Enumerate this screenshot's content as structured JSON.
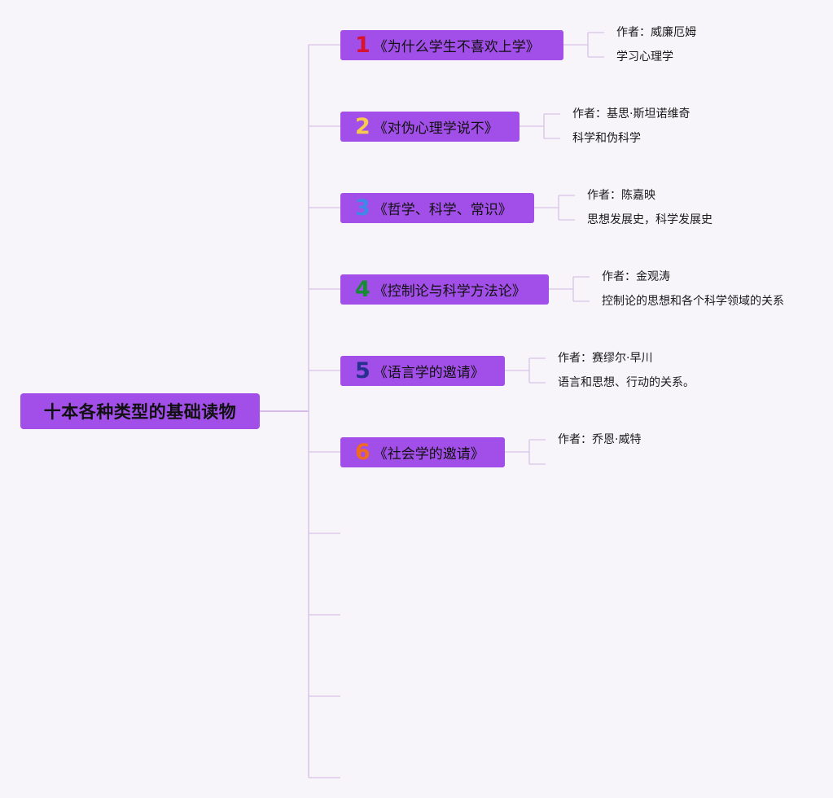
{
  "root": {
    "label": "十本各种类型的基础读物"
  },
  "books": [
    {
      "num": "1",
      "num_color": "#d8132f",
      "title": "《为什么学生不喜欢上学》",
      "details": [
        "作者：威廉厄姆",
        "学习心理学"
      ]
    },
    {
      "num": "2",
      "num_color": "#f7c94d",
      "title": "《对伪心理学说不》",
      "details": [
        "作者：基思·斯坦诺维奇",
        "科学和伪科学"
      ]
    },
    {
      "num": "3",
      "num_color": "#3f87e8",
      "title": "《哲学、科学、常识》",
      "details": [
        "作者：陈嘉映",
        "思想发展史，科学发展史"
      ]
    },
    {
      "num": "4",
      "num_color": "#178a36",
      "title": "《控制论与科学方法论》",
      "details": [
        "作者：金观涛",
        "控制论的思想和各个科学领域的关系"
      ]
    },
    {
      "num": "5",
      "num_color": "#26308f",
      "title": "《语言学的邀请》",
      "details": [
        "作者：赛缪尔·早川",
        "语言和思想、行动的关系。"
      ]
    },
    {
      "num": "6",
      "num_color": "#f06a1f",
      "title": "《社会学的邀请》",
      "details": [
        "作者：乔恩·威特"
      ]
    },
    {
      "num": "",
      "num_color": "",
      "title": "",
      "details": []
    },
    {
      "num": "",
      "num_color": "",
      "title": "",
      "details": []
    },
    {
      "num": "",
      "num_color": "",
      "title": "",
      "details": []
    },
    {
      "num": "",
      "num_color": "",
      "title": "",
      "details": []
    }
  ],
  "colors": {
    "background": "#f8f5fa",
    "node_fill": "#a24ee8",
    "connector": "#d8c3e6",
    "root_connector": "#c9a5e0"
  }
}
